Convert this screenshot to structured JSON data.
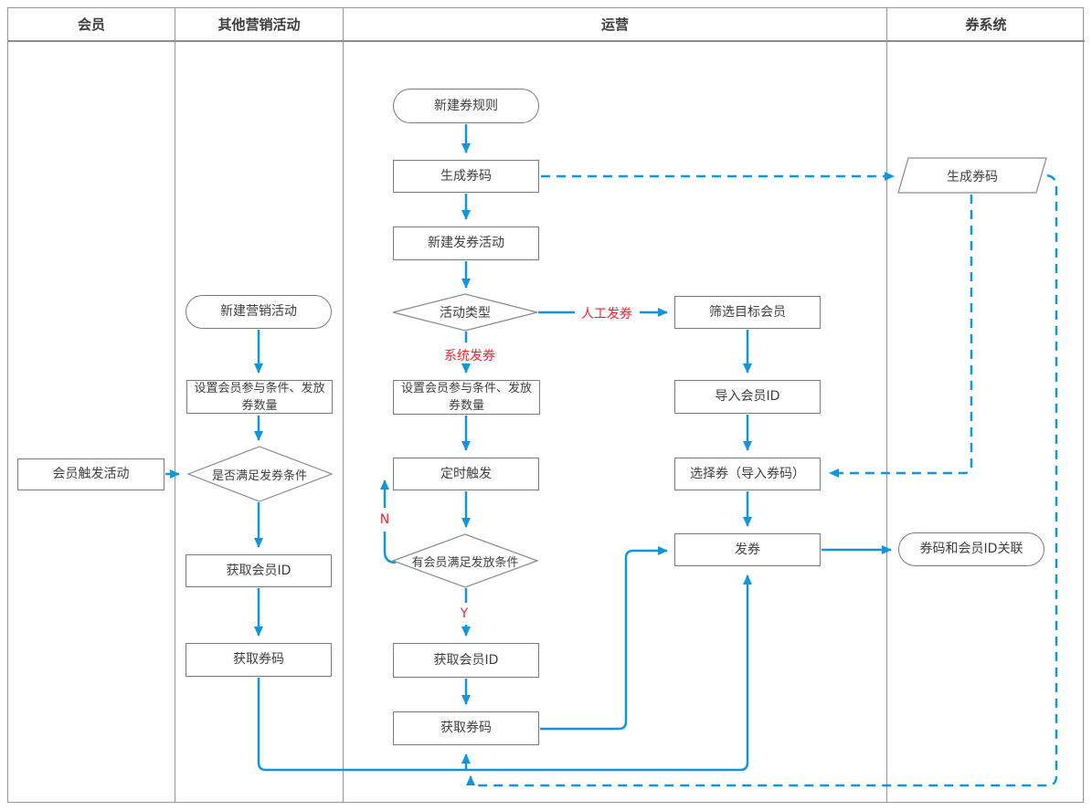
{
  "lanes": [
    {
      "label": "会员"
    },
    {
      "label": "其他营销活动"
    },
    {
      "label": "运营"
    },
    {
      "label": "券系统"
    }
  ],
  "nodes": {
    "new_coupon_rule": "新建券规则",
    "generate_code": "生成券码",
    "new_issue_activity": "新建发券活动",
    "activity_type": "活动类型",
    "set_conditions_ops": "设置会员参与条件、发放券数量",
    "timed_trigger": "定时触发",
    "member_meets_condition": "有会员满足发放条件",
    "get_member_id_ops": "获取会员ID",
    "get_code_ops": "获取券码",
    "filter_members": "筛选目标会员",
    "import_member_id": "导入会员ID",
    "select_coupon": "选择券（导入券码）",
    "issue_coupon": "发券",
    "generate_code_system": "生成券码",
    "link_code_member": "券码和会员ID关联",
    "new_marketing_activity": "新建营销活动",
    "set_conditions_other": "设置会员参与条件、发放券数量",
    "meets_issue_condition": "是否满足发券条件",
    "get_member_id_other": "获取会员ID",
    "get_code_other": "获取券码",
    "member_trigger": "会员触发活动"
  },
  "edge_labels": {
    "manual_issue": "人工发券",
    "system_issue": "系统发券",
    "no": "N",
    "yes": "Y"
  },
  "colors": {
    "flow_line": "#1296db",
    "branch_label": "#f5222d",
    "node_border": "#7b7b7b",
    "lane_border": "#979797",
    "node_text": "#404040"
  }
}
